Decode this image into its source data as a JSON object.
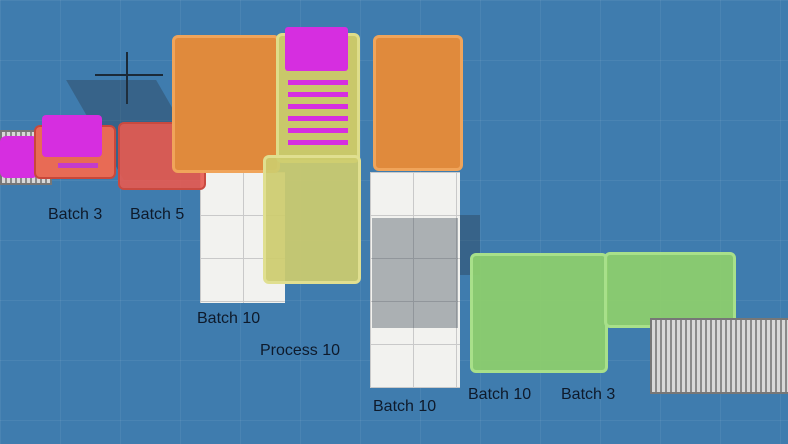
{
  "scene": {
    "colors": {
      "background": "#3f7cae",
      "orange_station": "#e08a3c",
      "red_station": "#e25a4e",
      "yellow_station": "#c9c86a",
      "green_station": "#8fcf6e",
      "product": "#d62ee0",
      "floor": "#f2f2ef"
    },
    "labels": [
      {
        "text": "Batch 3"
      },
      {
        "text": "Batch 5"
      },
      {
        "text": "Batch 10"
      },
      {
        "text": "Process 10"
      },
      {
        "text": "Batch 10"
      },
      {
        "text": "Batch 10"
      },
      {
        "text": "Batch 3"
      }
    ]
  }
}
